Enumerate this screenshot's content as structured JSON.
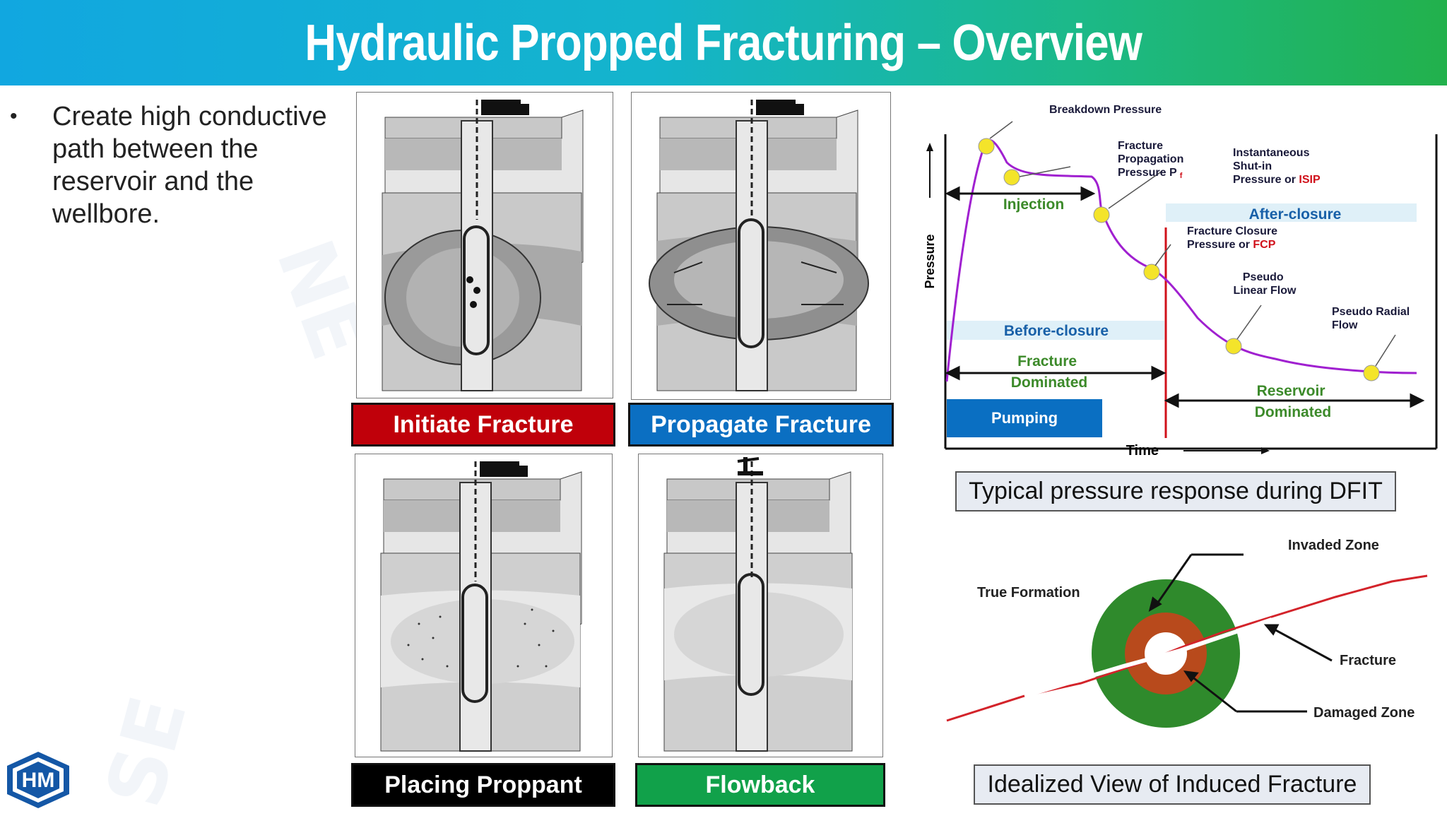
{
  "title": "Hydraulic Propped Fracturing – Overview",
  "bullet": {
    "marker": "•",
    "text": "Create high conductive path between the reservoir and the wellbore."
  },
  "steps": [
    {
      "label": "Initiate Fracture",
      "color": "#c0000a"
    },
    {
      "label": "Propagate Fracture",
      "color": "#0b6fc2"
    },
    {
      "label": "Placing Proppant",
      "color": "#000000"
    },
    {
      "label": "Flowback",
      "color": "#11a14a"
    }
  ],
  "dfit": {
    "caption": "Typical pressure response during DFIT",
    "y_axis": "Pressure",
    "x_axis": "Time",
    "breakdown": "Breakdown Pressure",
    "propagation": [
      "Fracture",
      "Propagation",
      "Pressure P"
    ],
    "propagation_sub": "f",
    "isip": [
      "Instantaneous",
      "Shut-in",
      "Pressure or"
    ],
    "isip_red": "ISIP",
    "injection": "Injection",
    "after_closure": "After-closure",
    "fcp": [
      "Fracture Closure",
      "Pressure or"
    ],
    "fcp_red": "FCP",
    "pseudo_linear": [
      "Pseudo",
      "Linear Flow"
    ],
    "pseudo_radial": [
      "Pseudo Radial",
      "Flow"
    ],
    "before_closure": "Before-closure",
    "fracture_dominated": [
      "Fracture",
      "Dominated"
    ],
    "reservoir_dominated": [
      "Reservoir",
      "Dominated"
    ],
    "pumping": "Pumping",
    "colors": {
      "curve": "#a020d0",
      "marker": "#f4e42a",
      "closure_line": "#d0101a",
      "pumping": "#0a6fc2",
      "band": "#dff0f8",
      "green_text": "#3c8a2a",
      "blue_text": "#1860a8"
    }
  },
  "fracture_view": {
    "caption": "Idealized View of Induced Fracture",
    "true_formation": "True Formation",
    "invaded_zone": "Invaded Zone",
    "fracture": "Fracture",
    "damaged_zone": "Damaged Zone",
    "colors": {
      "invaded": "#2f8a2c",
      "damaged": "#b84a1c",
      "fracture": "#d3232a"
    }
  },
  "watermark": [
    "NE",
    "SE"
  ],
  "logo": {
    "icon": "hm-logo-icon",
    "text": "HM",
    "color": "#1457a6"
  }
}
